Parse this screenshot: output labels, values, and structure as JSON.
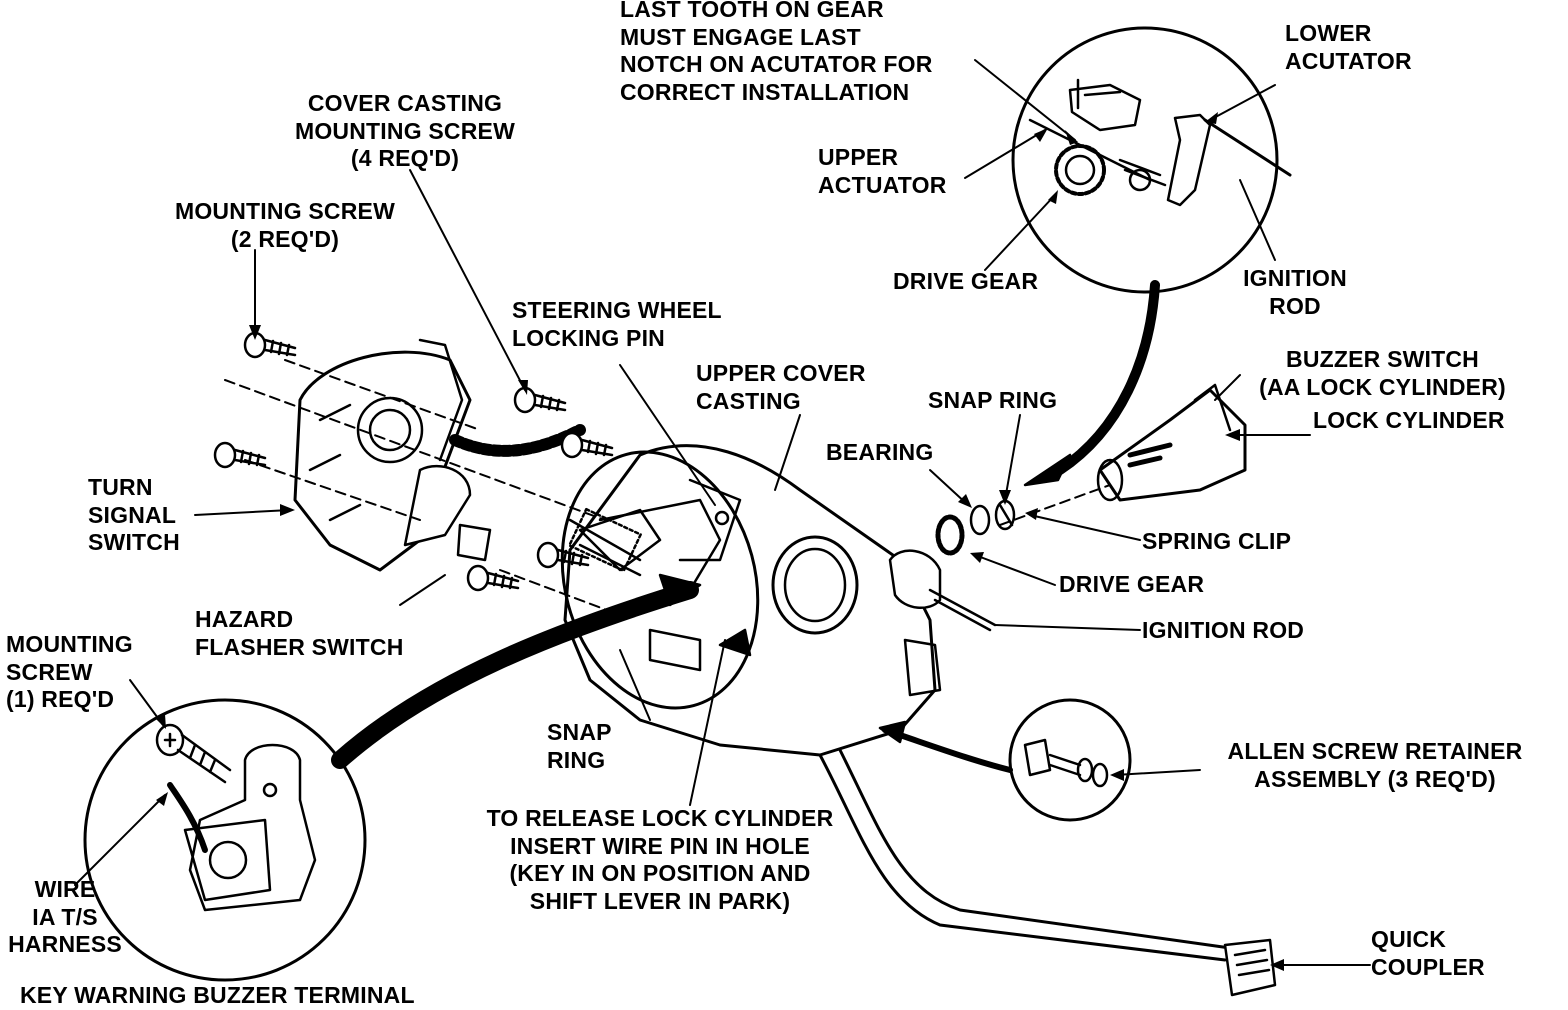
{
  "labels": {
    "last_tooth": "LAST TOOTH ON GEAR\nMUST ENGAGE LAST\nNOTCH ON ACUTATOR FOR\nCORRECT INSTALLATION",
    "lower_actuator": "LOWER\nACUTATOR",
    "upper_actuator": "UPPER\nACTUATOR",
    "drive_gear_top": "DRIVE GEAR",
    "ignition_rod_top": "IGNITION\nROD",
    "cover_casting_screw": "COVER CASTING\nMOUNTING SCREW\n(4 REQ'D)",
    "mounting_screw_2": "MOUNTING SCREW\n(2 REQ'D)",
    "steering_wheel_pin": "STEERING WHEEL\nLOCKING PIN",
    "upper_cover_casting": "UPPER COVER\nCASTING",
    "snap_ring_right": "SNAP RING",
    "buzzer_switch": "BUZZER SWITCH\n(AA LOCK CYLINDER)",
    "lock_cylinder": "LOCK CYLINDER",
    "bearing": "BEARING",
    "turn_signal_switch": "TURN\nSIGNAL\nSWITCH",
    "spring_clip": "SPRING CLIP",
    "drive_gear": "DRIVE GEAR",
    "hazard_flasher": "HAZARD\nFLASHER SWITCH",
    "ignition_rod": "IGNITION ROD",
    "mounting_screw_1": "MOUNTING\nSCREW\n(1) REQ'D",
    "snap_ring_center": "SNAP\nRING",
    "allen_screw": "ALLEN SCREW RETAINER\nASSEMBLY (3 REQ'D)",
    "release_lock": "TO RELEASE LOCK CYLINDER\nINSERT WIRE PIN IN HOLE\n(KEY IN ON POSITION AND\nSHIFT LEVER IN PARK)",
    "wire_harness": "WIRE\nIA T/S\nHARNESS",
    "quick_coupler": "QUICK\nCOUPLER",
    "key_warning": "KEY WARNING BUZZER TERMINAL"
  }
}
